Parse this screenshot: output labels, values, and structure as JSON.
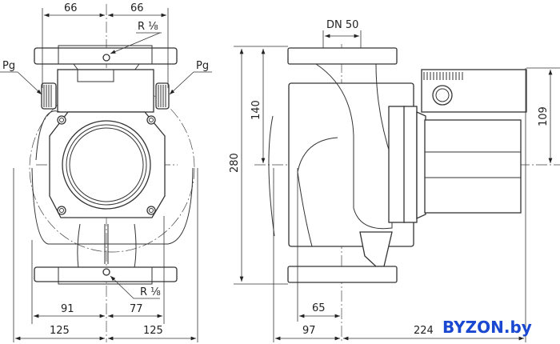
{
  "front_view": {
    "dim_top_left": "66",
    "dim_top_right": "66",
    "port_top": "R ⅛",
    "port_bottom": "R ⅛",
    "pg_left": "Pg",
    "pg_right": "Pg",
    "dim_bottom_91": "91",
    "dim_bottom_77": "77",
    "dim_bottom_125_left": "125",
    "dim_bottom_125_right": "125"
  },
  "side_view": {
    "dn": "DN 50",
    "dim_280": "280",
    "dim_140": "140",
    "dim_109": "109",
    "dim_65": "65",
    "dim_97": "97",
    "dim_224": "224"
  },
  "watermark": "BYZON.by"
}
